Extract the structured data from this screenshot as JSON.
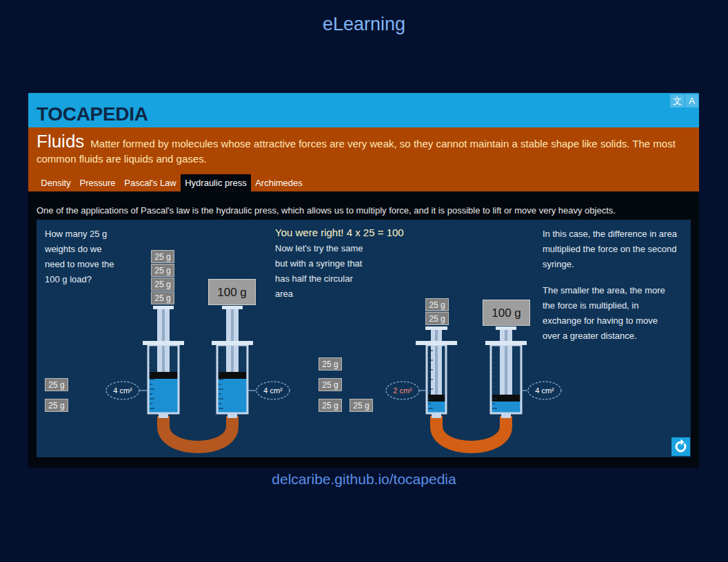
{
  "diagram": {
    "title": "eLearning",
    "caption": "delcaribe.github.io/tocapedia",
    "nodes": [
      {
        "text": [
          "文"
        ]
      },
      {
        "text": [
          "A"
        ]
      },
      {
        "text": [
          "Fluids",
          "Matter formed by molecules whose attractive forces are very weak, so they cannot maintain a stable shape like solids. The most common fluids are liquids and gases."
        ]
      },
      {
        "text": [
          "Density"
        ],
        "in": 2
      },
      {
        "text": [
          "Pressure"
        ],
        "in": 2
      },
      {
        "text": [
          "Pascal's Law"
        ],
        "in": 2
      },
      {
        "text": [
          "Hydraulic press"
        ],
        "in": 2
      },
      {
        "text": [
          "Archimedes"
        ],
        "in": 2
      },
      {
        "text": [
          "How many 25 g weights do we need to move the 100 g load?",
          "You were right! 4 x 25 = 100",
          "Now let's try the same but with a syringe that has half the circular area",
          "In this case, the difference in area multiplied the force on the second syringe.",
          "The smaller the area, the more the force is multiplied, in exchange for having to move over a greater distance."
        ]
      },
      {
        "text": [
          "25 g"
        ],
        "in": 8
      },
      {
        "text": [
          "25 g"
        ],
        "in": 8
      },
      {
        "text": [
          "25 g"
        ],
        "in": 8
      },
      {
        "text": [
          "25 g"
        ],
        "in": 8
      },
      {
        "text": [
          "100 g"
        ],
        "in": 8
      },
      {
        "text": [
          "4 cm²"
        ],
        "in": 8
      },
      {
        "text": [
          "4 cm²"
        ],
        "in": 8
      },
      {
        "text": [
          "25 g"
        ],
        "in": 8
      },
      {
        "text": [
          "25 g"
        ],
        "in": 8
      },
      {
        "text": [
          "25 g"
        ],
        "in": 8
      },
      {
        "text": [
          "25 g"
        ],
        "in": 8
      },
      {
        "text": [
          "25 g"
        ],
        "in": 8
      },
      {
        "text": [
          "25 g"
        ],
        "in": 8
      },
      {
        "text": [
          "25 g"
        ],
        "in": 8
      },
      {
        "text": [
          "25 g"
        ],
        "in": 8
      },
      {
        "text": [
          "100 g"
        ],
        "in": 8
      },
      {
        "text": [
          "2 cm²"
        ],
        "in": 8
      },
      {
        "text": [
          "4 cm²"
        ],
        "in": 8
      }
    ],
    "labels": [
      "TOCAPEDIA",
      "One of the applications of Pascal's law is the hydraulic press, which allows us to multiply force, and it is possible to lift or move very heavy objects."
    ]
  }
}
